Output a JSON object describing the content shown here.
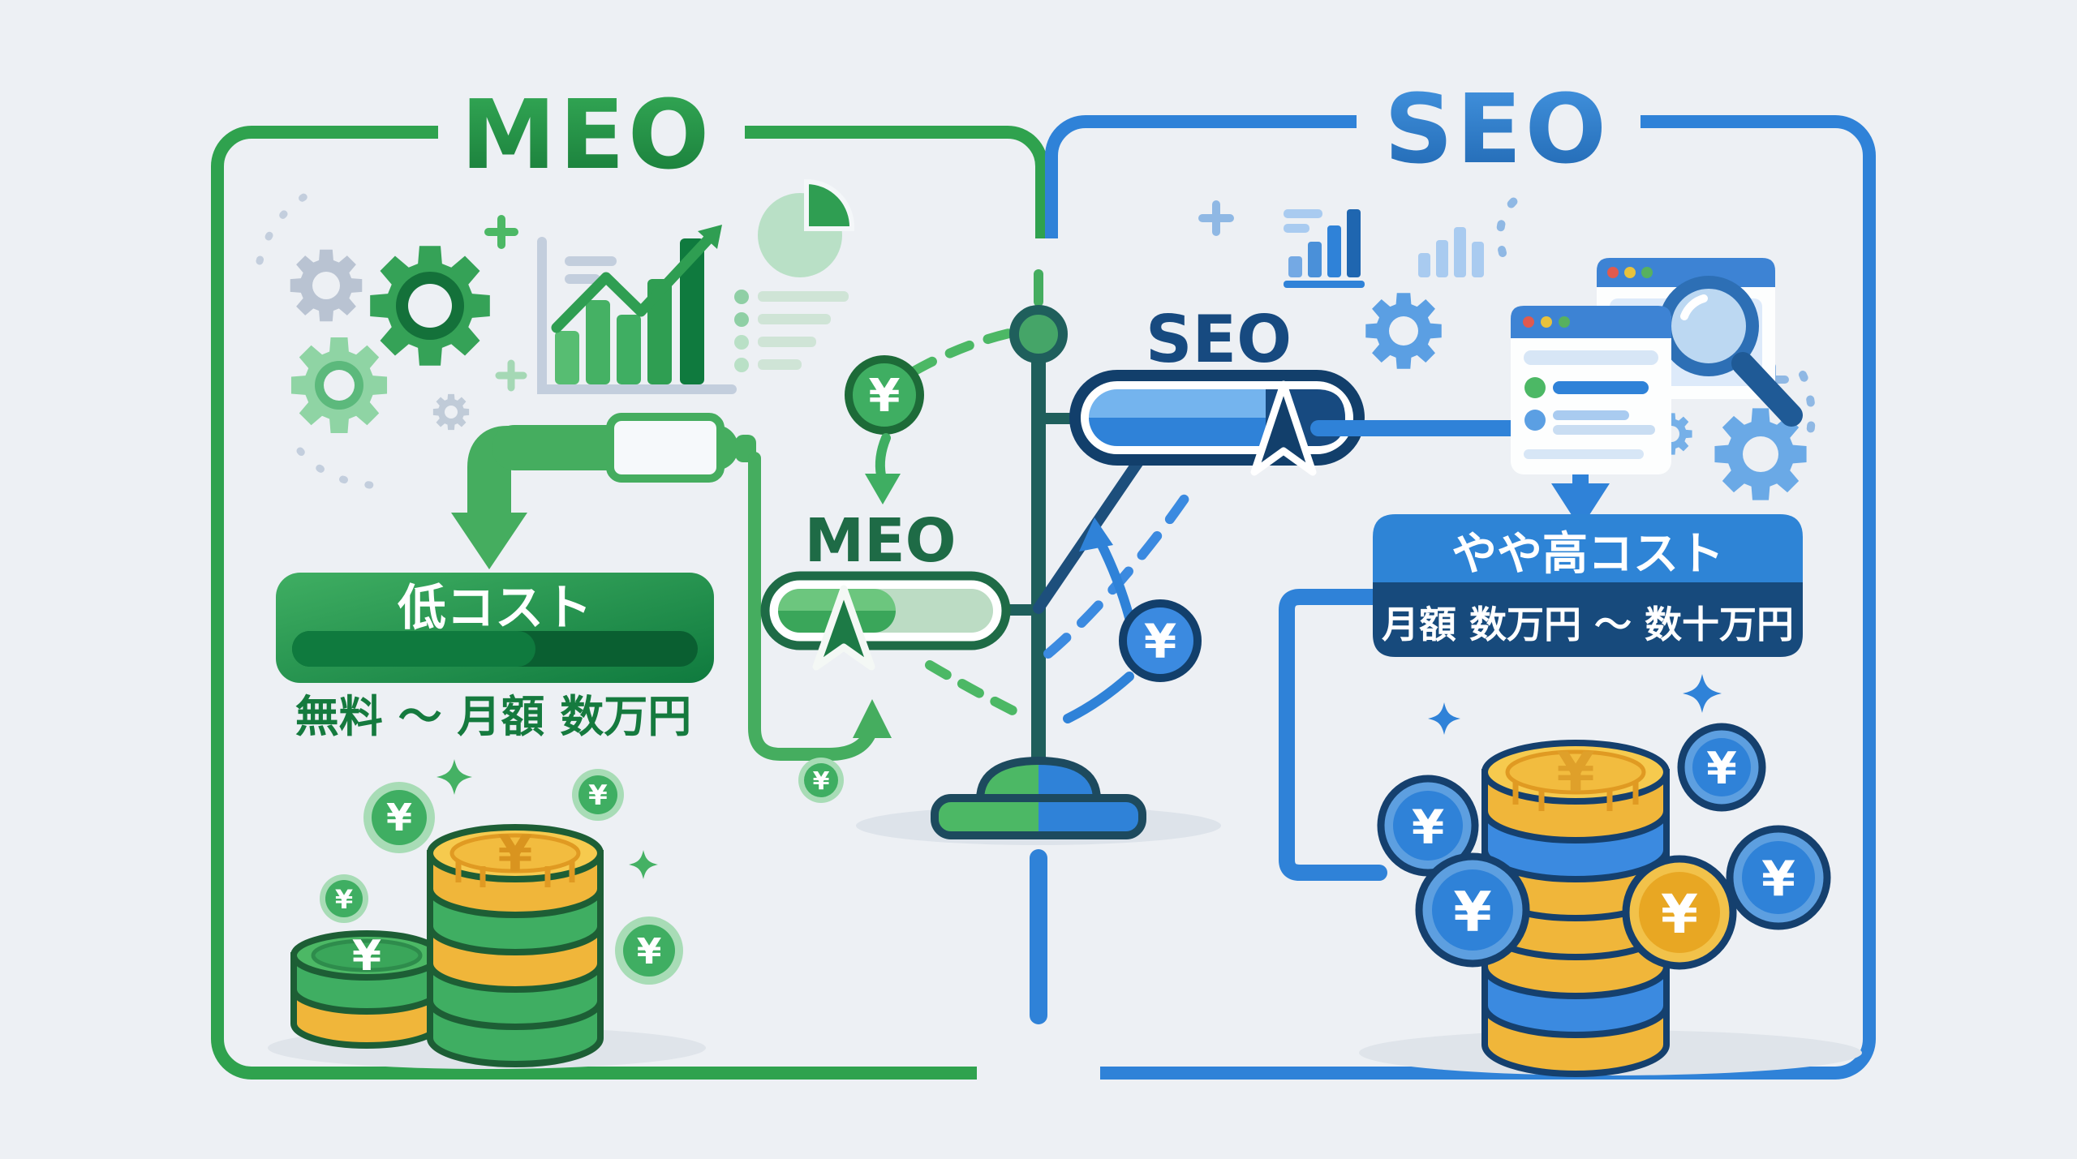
{
  "illustration": {
    "left": {
      "title": "MEO",
      "cost_badge": "低コスト",
      "cost_range": "無料 〜 月額 数万円",
      "pill_label": "MEO"
    },
    "right": {
      "title": "SEO",
      "cost_badge": "やや高コスト",
      "cost_range": "月額 数万円 〜 数十万円",
      "pill_label": "SEO"
    },
    "symbols": {
      "yen": "¥"
    },
    "icons": [
      "gear-icon",
      "bar-chart-icon",
      "pie-chart-icon",
      "list-icon",
      "browser-window-icon",
      "magnifier-icon",
      "cursor-icon",
      "yen-coin-icon",
      "coin-stack-icon",
      "balance-stand-icon",
      "arrow-icon",
      "sparkle-icon"
    ],
    "colors": {
      "bg": "#edf0f4",
      "green": "#2fa24e",
      "green_light": "#4cb865",
      "green_deep": "#1e6b46",
      "green_banner_dark": "#0f7a3e",
      "blue": "#2f82d8",
      "blue_light": "#6db0ec",
      "blue_deep": "#123f6b",
      "blue_banner_dark": "#174a7c",
      "gold": "#f0b63a",
      "gold_face": "#f6ca4e",
      "teal_stand": "#1f5f5c",
      "shadow": "#dde3ea"
    }
  }
}
